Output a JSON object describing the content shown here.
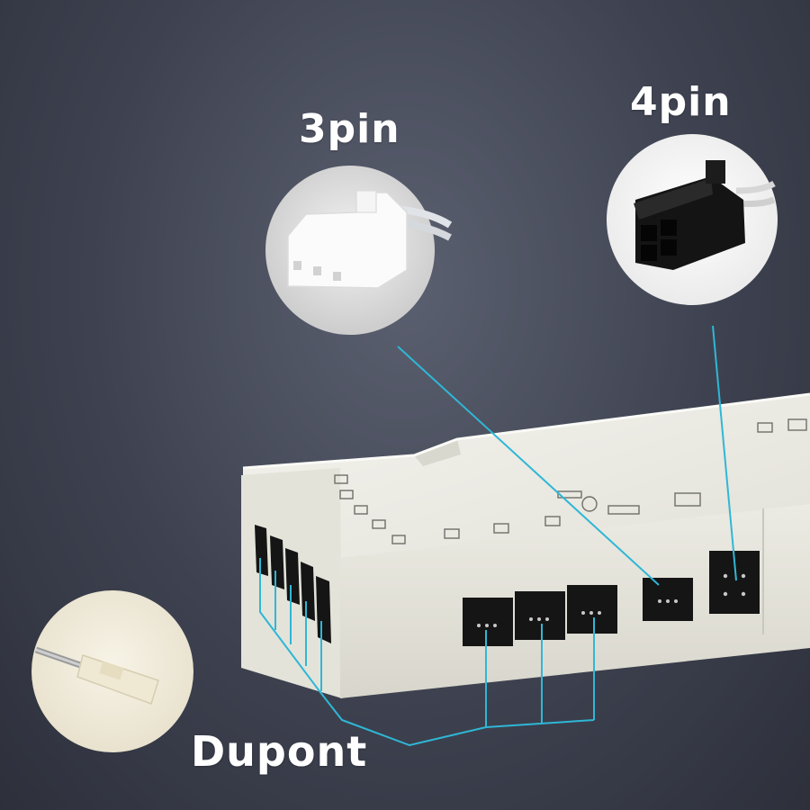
{
  "labels": {
    "three_pin": "3pin",
    "four_pin": "4pin",
    "dupont": "Dupont"
  },
  "colors": {
    "background": "#3e4250",
    "leader_line": "#2fb7d6",
    "housing": "#ecebe4",
    "port": "#151515",
    "label_text": "#ffffff"
  }
}
